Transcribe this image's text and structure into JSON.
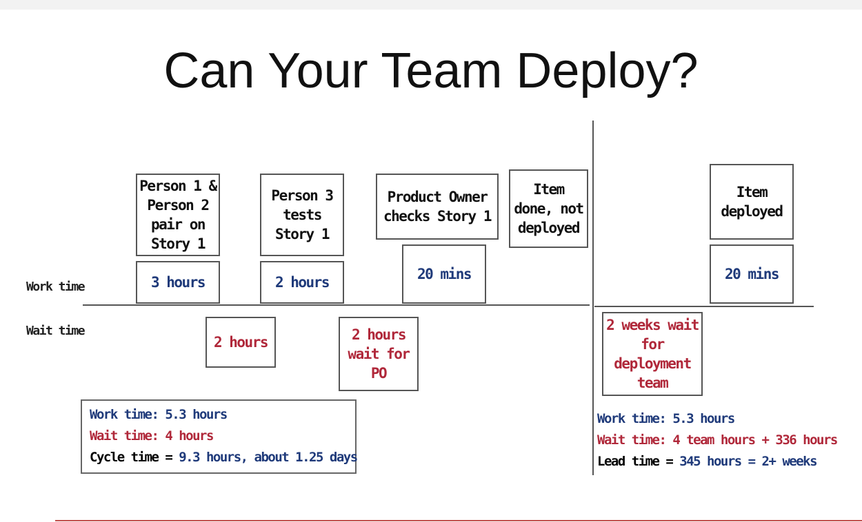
{
  "title": "Can Your Team Deploy?",
  "row_labels": {
    "work": "Work time",
    "wait": "Wait time"
  },
  "steps": {
    "pair": "Person 1 & Person 2 pair on Story 1",
    "pair_time": "3 hours",
    "test": "Person 3 tests Story 1",
    "test_time": "2 hours",
    "po": "Product Owner checks Story 1",
    "po_time": "20 mins",
    "done": "Item done, not deployed",
    "deployed": "Item deployed",
    "deployed_time": "20 mins"
  },
  "waits": {
    "w1": "2 hours",
    "w2": "2 hours wait for PO",
    "w3": "2 weeks wait for deployment team"
  },
  "summary_left": {
    "work": "Work time: 5.3 hours",
    "wait": "Wait time: 4 hours",
    "cycle_label": "Cycle time = ",
    "cycle_value": "9.3 hours, about 1.25 days"
  },
  "summary_right": {
    "work": "Work time: 5.3 hours",
    "wait": "Wait time: 4 team hours + 336 hours",
    "lead_label": "Lead time = ",
    "lead_value": "345 hours = 2+ weeks"
  },
  "colors": {
    "work": "#1f3a7a",
    "wait": "#b0283a"
  }
}
